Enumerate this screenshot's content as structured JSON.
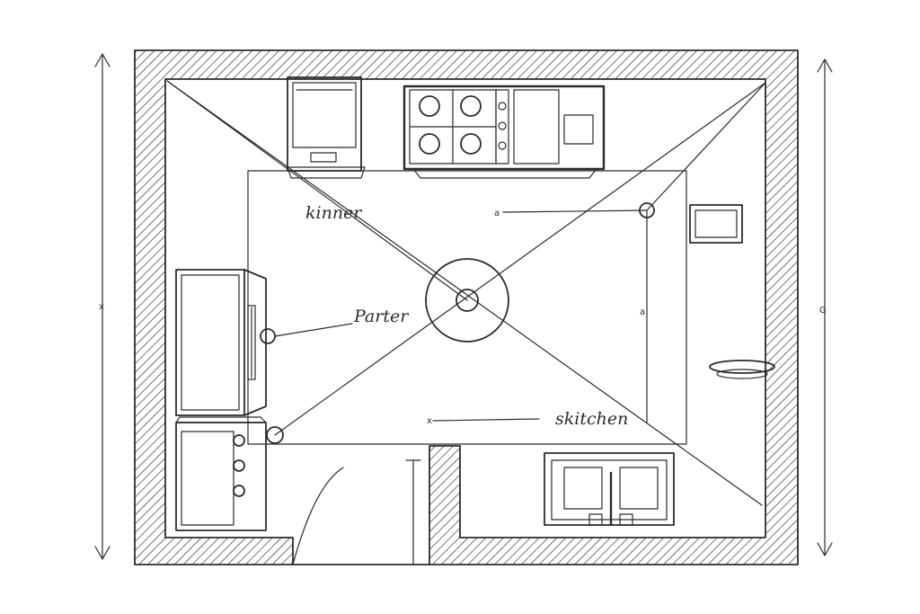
{
  "labels": {
    "kinner": "kinner",
    "pantry": "Parter",
    "kitchen": "skitchen"
  },
  "dimension_marks": {
    "left": "x",
    "right": "G",
    "center_right": "a",
    "top_mid": "a",
    "bottom_tick": "x"
  },
  "colors": {
    "ink": "#2b2b2b",
    "paper": "#ffffff"
  }
}
